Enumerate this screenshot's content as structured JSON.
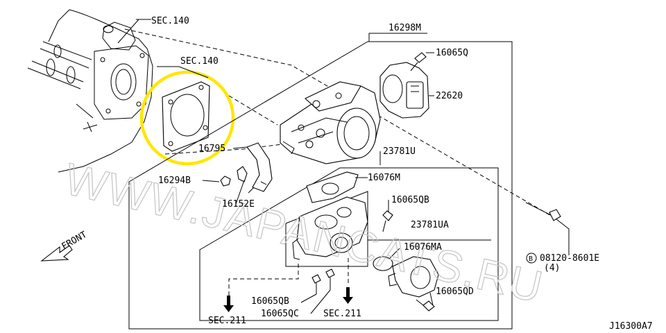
{
  "diagram": {
    "drawing_code": "J16300A7",
    "watermark": "WWW.JAPANCATS.RU",
    "front_label": "FRONT",
    "highlight_color": "#ffe600",
    "callouts": {
      "sec140_top": "SEC.140",
      "sec140_gasket": "SEC.140",
      "p16298M": "16298M",
      "p16065Q": "16065Q",
      "p22620": "22620",
      "p16795": "16795",
      "p23781U": "23781U",
      "p16294B": "16294B",
      "p16076M": "16076M",
      "p16152E": "16152E",
      "p16065QB_top": "16065QB",
      "p23781UA": "23781UA",
      "p16076MA": "16076MA",
      "p08120": "08120-8601E",
      "bolt_marker": "B",
      "bolt_qty": "(4)",
      "p16065QD": "16065QD",
      "p16065QB_bottom": "16065QB",
      "p16065QC": "16065QC",
      "sec211_left": "SEC.211",
      "sec211_right": "SEC.211"
    }
  }
}
